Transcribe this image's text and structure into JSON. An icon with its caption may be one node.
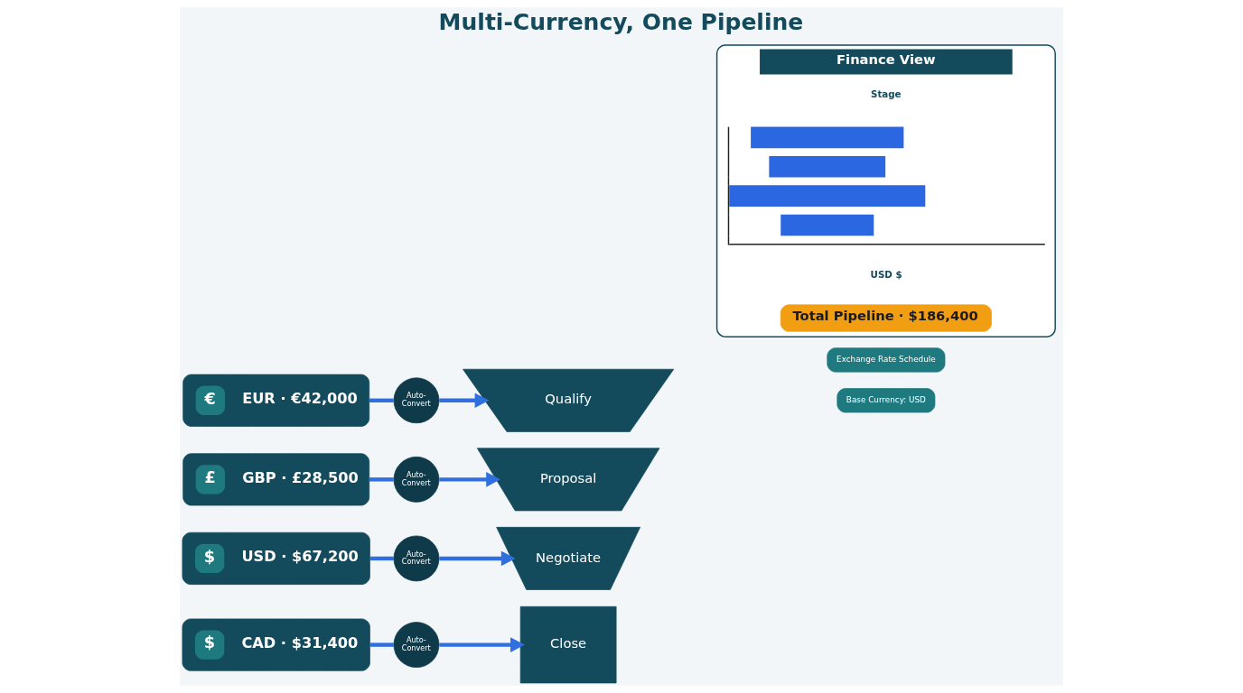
{
  "diagram": {
    "title": "Multi-Currency, One Pipeline",
    "nodes": [
      {
        "text": [
          "€",
          "EUR · €42,000"
        ]
      },
      {
        "text": [
          "£",
          "GBP · £28,500"
        ]
      },
      {
        "text": [
          "$",
          "USD · $67,200"
        ]
      },
      {
        "text": [
          "$",
          "CAD · $31,400"
        ]
      },
      {
        "text": [
          "Auto-Convert"
        ]
      },
      {
        "text": [
          "Auto-Convert"
        ]
      },
      {
        "text": [
          "Auto-Convert"
        ]
      },
      {
        "text": [
          "Auto-Convert"
        ]
      },
      {
        "text": [
          "Qualify"
        ]
      },
      {
        "text": [
          "Proposal"
        ]
      },
      {
        "text": [
          "Negotiate"
        ]
      },
      {
        "text": [
          "Close"
        ]
      },
      {
        "text": [
          "Base Currency: USD"
        ]
      },
      {
        "text": [
          "Exchange Rate Schedule"
        ]
      },
      {
        "text": [
          "Finance View"
        ]
      },
      {
        "text": [],
        "shape": "chart",
        "in": 14
      },
      {
        "text": [
          "Total Pipeline · $186,400"
        ],
        "in": 14
      }
    ],
    "edges": [
      {
        "from": 0,
        "to": 4,
        "arrow": "none"
      },
      {
        "from": 4,
        "to": 8,
        "arrow": "to"
      },
      {
        "from": 1,
        "to": 5,
        "arrow": "none"
      },
      {
        "from": 5,
        "to": 9,
        "arrow": "to"
      },
      {
        "from": 2,
        "to": 6,
        "arrow": "none"
      },
      {
        "from": 6,
        "to": 10,
        "arrow": "to"
      },
      {
        "from": 3,
        "to": 7,
        "arrow": "none"
      },
      {
        "from": 7,
        "to": 11,
        "arrow": "to"
      }
    ],
    "labels": [
      "Stage",
      "USD $"
    ]
  }
}
